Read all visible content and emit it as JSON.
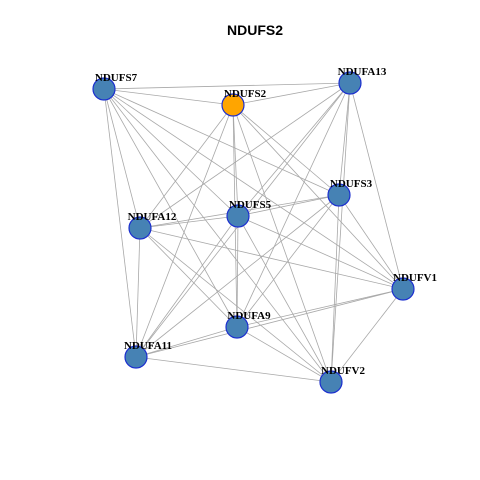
{
  "title": "NDUFS2",
  "colors": {
    "node_fill": "#4682b4",
    "highlight_fill": "#ffa500",
    "node_border": "#1c2fcf",
    "edge": "#a8a8a8"
  },
  "nodes": [
    {
      "id": "NDUFS7",
      "label": "NDUFS7",
      "highlight": false
    },
    {
      "id": "NDUFS2",
      "label": "NDUFS2",
      "highlight": true
    },
    {
      "id": "NDUFA13",
      "label": "NDUFA13",
      "highlight": false
    },
    {
      "id": "NDUFS3",
      "label": "NDUFS3",
      "highlight": false
    },
    {
      "id": "NDUFA12",
      "label": "NDUFA12",
      "highlight": false
    },
    {
      "id": "NDUFS5",
      "label": "NDUFS5",
      "highlight": false
    },
    {
      "id": "NDUFV1",
      "label": "NDUFV1",
      "highlight": false
    },
    {
      "id": "NDUFA9",
      "label": "NDUFA9",
      "highlight": false
    },
    {
      "id": "NDUFA11",
      "label": "NDUFA11",
      "highlight": false
    },
    {
      "id": "NDUFV2",
      "label": "NDUFV2",
      "highlight": false
    }
  ],
  "edges": [
    [
      "NDUFS7",
      "NDUFS2"
    ],
    [
      "NDUFS7",
      "NDUFA13"
    ],
    [
      "NDUFS7",
      "NDUFS3"
    ],
    [
      "NDUFS7",
      "NDUFA12"
    ],
    [
      "NDUFS7",
      "NDUFS5"
    ],
    [
      "NDUFS7",
      "NDUFV1"
    ],
    [
      "NDUFS7",
      "NDUFA9"
    ],
    [
      "NDUFS7",
      "NDUFA11"
    ],
    [
      "NDUFS7",
      "NDUFV2"
    ],
    [
      "NDUFS2",
      "NDUFA13"
    ],
    [
      "NDUFS2",
      "NDUFS3"
    ],
    [
      "NDUFS2",
      "NDUFA12"
    ],
    [
      "NDUFS2",
      "NDUFS5"
    ],
    [
      "NDUFS2",
      "NDUFV1"
    ],
    [
      "NDUFS2",
      "NDUFA9"
    ],
    [
      "NDUFS2",
      "NDUFA11"
    ],
    [
      "NDUFS2",
      "NDUFV2"
    ],
    [
      "NDUFA13",
      "NDUFS3"
    ],
    [
      "NDUFA13",
      "NDUFA12"
    ],
    [
      "NDUFA13",
      "NDUFS5"
    ],
    [
      "NDUFA13",
      "NDUFV1"
    ],
    [
      "NDUFA13",
      "NDUFA9"
    ],
    [
      "NDUFA13",
      "NDUFA11"
    ],
    [
      "NDUFA13",
      "NDUFV2"
    ],
    [
      "NDUFS3",
      "NDUFA12"
    ],
    [
      "NDUFS3",
      "NDUFS5"
    ],
    [
      "NDUFS3",
      "NDUFV1"
    ],
    [
      "NDUFS3",
      "NDUFA9"
    ],
    [
      "NDUFS3",
      "NDUFA11"
    ],
    [
      "NDUFS3",
      "NDUFV2"
    ],
    [
      "NDUFA12",
      "NDUFS5"
    ],
    [
      "NDUFA12",
      "NDUFV1"
    ],
    [
      "NDUFA12",
      "NDUFA9"
    ],
    [
      "NDUFA12",
      "NDUFA11"
    ],
    [
      "NDUFA12",
      "NDUFV2"
    ],
    [
      "NDUFS5",
      "NDUFV1"
    ],
    [
      "NDUFS5",
      "NDUFA9"
    ],
    [
      "NDUFS5",
      "NDUFA11"
    ],
    [
      "NDUFS5",
      "NDUFV2"
    ],
    [
      "NDUFV1",
      "NDUFA9"
    ],
    [
      "NDUFV1",
      "NDUFA11"
    ],
    [
      "NDUFV1",
      "NDUFV2"
    ],
    [
      "NDUFA9",
      "NDUFA11"
    ],
    [
      "NDUFA9",
      "NDUFV2"
    ],
    [
      "NDUFA11",
      "NDUFV2"
    ]
  ]
}
